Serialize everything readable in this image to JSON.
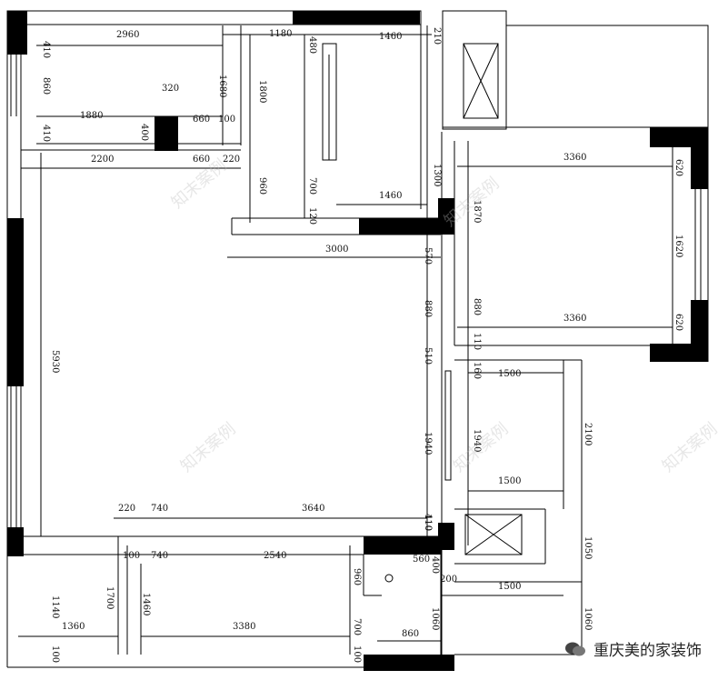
{
  "dimensions": {
    "top": [
      "410",
      "2960",
      "1180",
      "480",
      "1460",
      "210"
    ],
    "left_room": [
      "860",
      "410",
      "1880",
      "320",
      "400",
      "660",
      "100",
      "1680",
      "1800"
    ],
    "row2": [
      "2200",
      "660",
      "220",
      "960",
      "700",
      "120",
      "1460",
      "1300"
    ],
    "mid": [
      "3000",
      "570",
      "880",
      "510",
      "1940",
      "110",
      "5930"
    ],
    "right": [
      "3360",
      "620",
      "1870",
      "1620",
      "880",
      "3360",
      "620",
      "110",
      "160",
      "1500",
      "1940",
      "1500",
      "2100"
    ],
    "bottom": [
      "220",
      "740",
      "3640",
      "410",
      "100",
      "740",
      "2540",
      "560",
      "400",
      "960",
      "1050",
      "1700",
      "1460",
      "1140",
      "1360",
      "3380",
      "700",
      "100",
      "100",
      "200",
      "1500",
      "1060",
      "1060",
      "860"
    ]
  },
  "watermark": "知末案例",
  "brand": {
    "name": "重庆美的家装饰"
  },
  "colors": {
    "wall": "#000000",
    "line": "#111111"
  }
}
